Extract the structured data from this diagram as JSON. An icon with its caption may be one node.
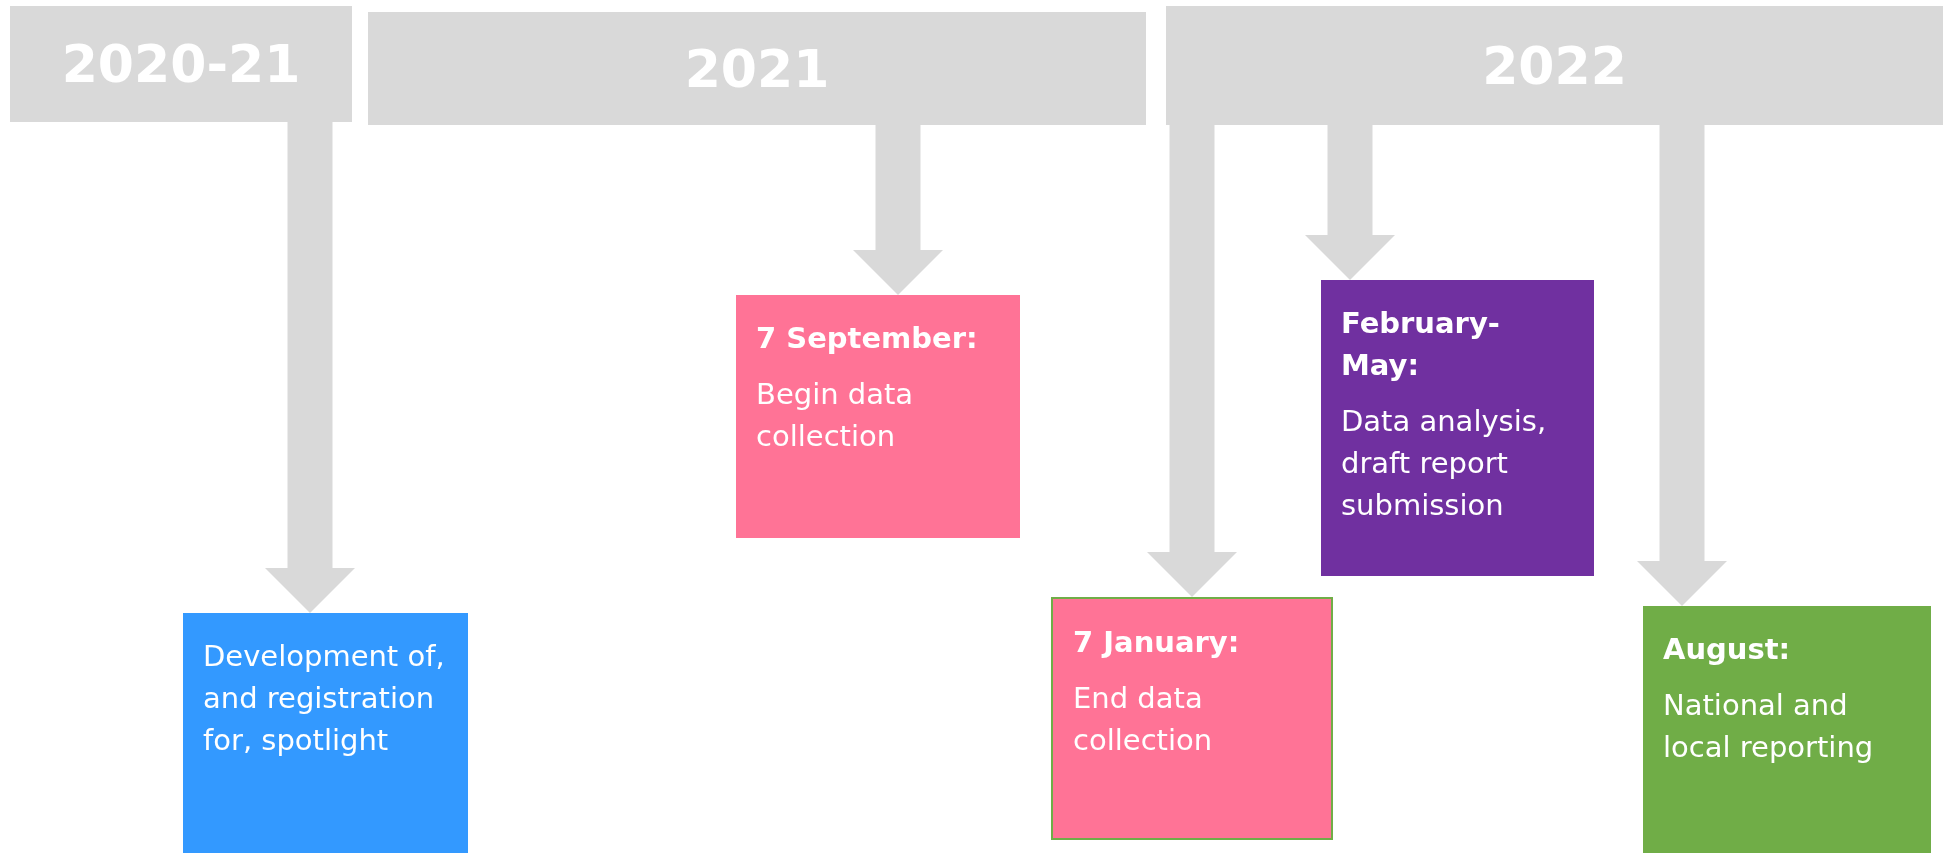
{
  "diagram": {
    "nodes": [
      {
        "text": [
          "2020-21"
        ]
      },
      {
        "text": [
          "2021"
        ]
      },
      {
        "text": [
          "2022"
        ]
      },
      {
        "text": [
          "Development of, and registration for, spotlight"
        ]
      },
      {
        "text": [
          "7 September:",
          "Begin data collection"
        ]
      },
      {
        "text": [
          "7 January:",
          "End data collection"
        ]
      },
      {
        "text": [
          "February-May:",
          "Data analysis, draft report submission"
        ]
      },
      {
        "text": [
          "August:",
          "National and local reporting"
        ]
      }
    ],
    "edges": [
      {
        "from": 0,
        "to": 3,
        "arrow": "to"
      },
      {
        "from": 1,
        "to": 4,
        "arrow": "to"
      },
      {
        "from": 2,
        "to": 5,
        "arrow": "to"
      },
      {
        "from": 2,
        "to": 6,
        "arrow": "to"
      },
      {
        "from": 2,
        "to": 7,
        "arrow": "to"
      }
    ]
  }
}
